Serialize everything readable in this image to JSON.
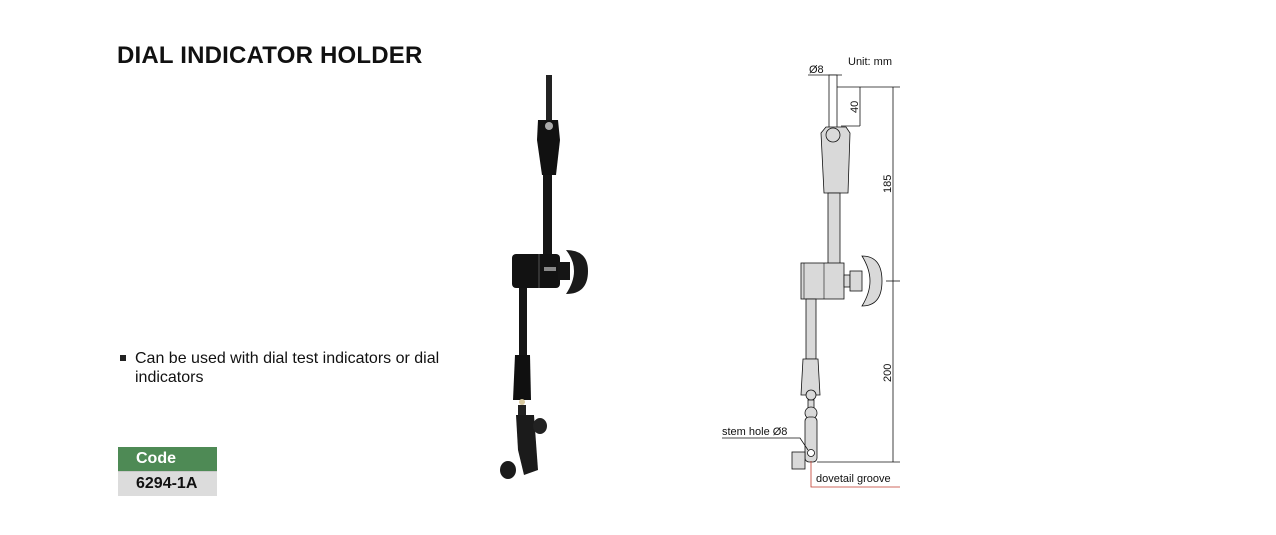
{
  "product": {
    "title": "DIAL INDICATOR HOLDER",
    "features": [
      "Can be used with dial test indicators or dial indicators"
    ],
    "code_table": {
      "header": "Code",
      "value": "6294-1A"
    },
    "colors": {
      "code_header_bg": "#4e8a55",
      "code_value_bg": "#dcdcdc",
      "dovetail_leader": "#c0392b"
    }
  },
  "drawing": {
    "unit_label": "Unit: mm",
    "rod_diameter": "Ø8",
    "dim_top": "40",
    "dim_upper": "185",
    "dim_lower": "200",
    "stem_hole_label": "stem hole Ø8",
    "dovetail_label": "dovetail groove"
  }
}
